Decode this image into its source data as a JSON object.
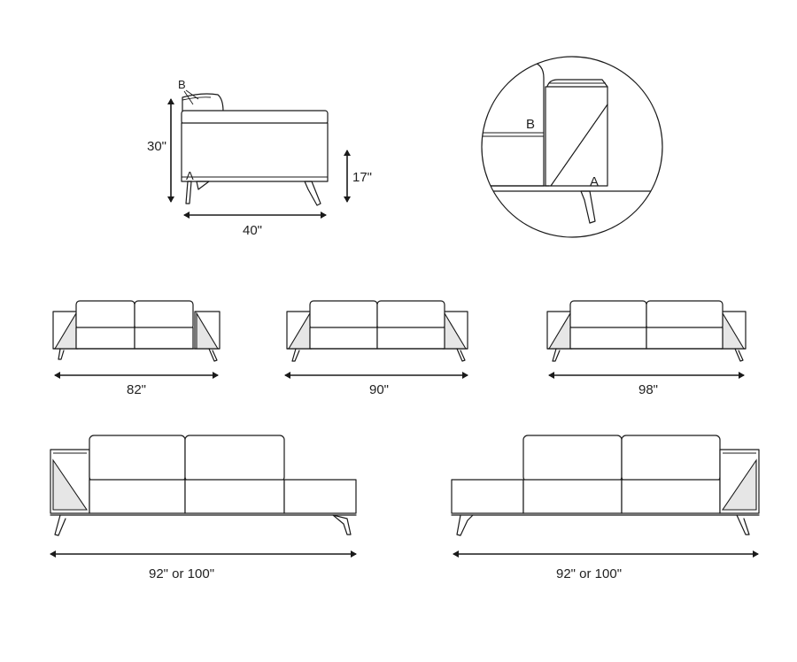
{
  "side_view": {
    "height_label": "30\"",
    "seat_height_label": "17\"",
    "depth_label": "40\"",
    "point_a": "A",
    "point_b": "B"
  },
  "detail_view": {
    "point_a": "A",
    "point_b": "B"
  },
  "sofas": [
    {
      "width_label": "82\""
    },
    {
      "width_label": "90\""
    },
    {
      "width_label": "98\""
    }
  ],
  "chaise_left_arm": {
    "width_label": "92\" or 100\""
  },
  "chaise_right_arm": {
    "width_label": "92\" or 100\""
  },
  "colors": {
    "line": "#1a1a1a",
    "arm_panel": "#e6e6e6",
    "background": "#ffffff"
  }
}
